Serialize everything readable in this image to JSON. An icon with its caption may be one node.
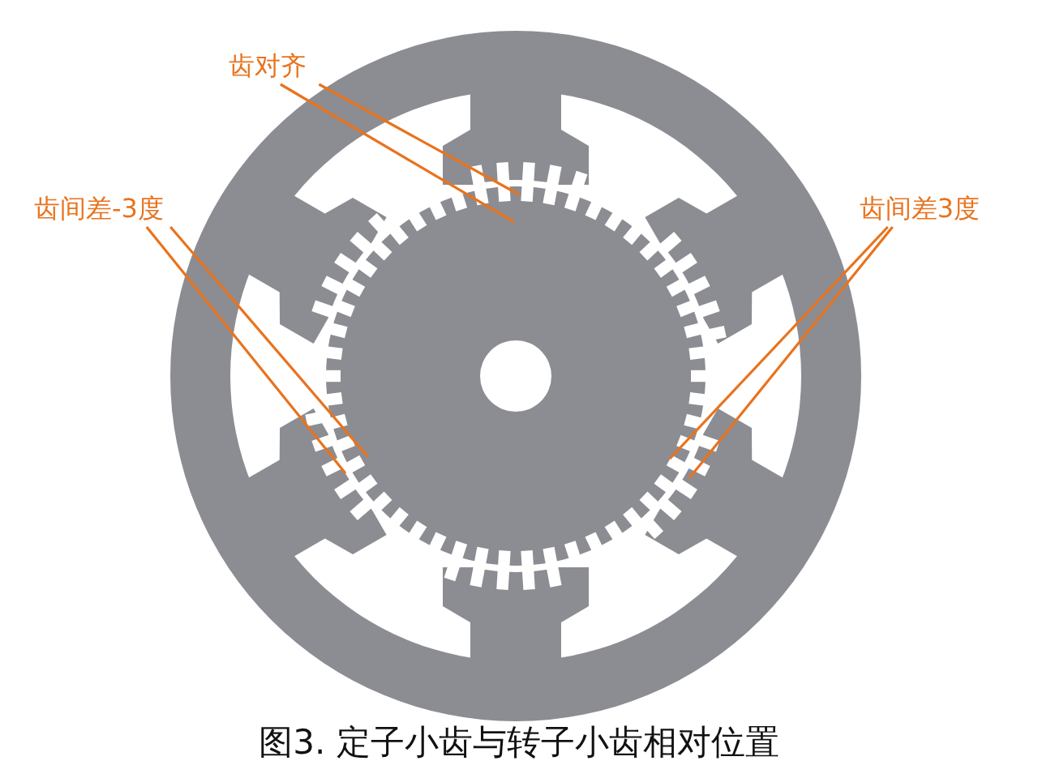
{
  "diagram": {
    "caption": "图3. 定子小齿与转子小齿相对位置",
    "nodes": [
      {
        "text": [
          "齿对齐"
        ]
      },
      {
        "text": [
          "齿间差-3度"
        ]
      },
      {
        "text": [
          "齿间差3度"
        ]
      }
    ],
    "edges": [
      {
        "from": 0,
        "to": null,
        "arrow": "none"
      },
      {
        "from": 0,
        "to": null,
        "arrow": "none"
      },
      {
        "from": 1,
        "to": null,
        "arrow": "none"
      },
      {
        "from": 1,
        "to": null,
        "arrow": "none"
      },
      {
        "from": 2,
        "to": null,
        "arrow": "none"
      },
      {
        "from": 2,
        "to": null,
        "arrow": "none"
      }
    ]
  }
}
